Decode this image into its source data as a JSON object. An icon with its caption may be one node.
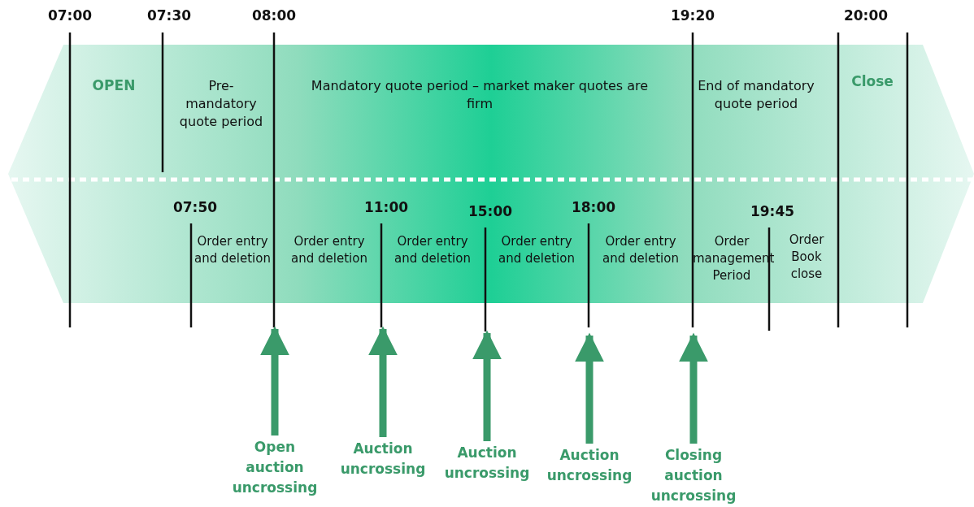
{
  "diagram": {
    "nodes": [
      {
        "text": [
          "Open auction uncrossing"
        ]
      },
      {
        "text": [
          "Auction uncrossing"
        ]
      },
      {
        "text": [
          "Auction uncrossing"
        ]
      },
      {
        "text": [
          "Auction uncrossing"
        ]
      },
      {
        "text": [
          "Closing auction uncrossing"
        ]
      }
    ],
    "edges": [
      {
        "from": 0,
        "to": null,
        "arrow": "to"
      },
      {
        "from": 1,
        "to": null,
        "arrow": "to"
      },
      {
        "from": 2,
        "to": null,
        "arrow": "to"
      },
      {
        "from": 3,
        "to": null,
        "arrow": "to"
      },
      {
        "from": 4,
        "to": null,
        "arrow": "to"
      }
    ],
    "labels": [
      "07:00",
      "07:30",
      "08:00",
      "19:20",
      "20:00",
      "OPEN",
      "Pre-mandatory quote period",
      "Mandatory quote period – market maker quotes are firm",
      "End of mandatory quote period",
      "Close",
      "07:50",
      "11:00",
      "15:00",
      "18:00",
      "19:45",
      "Order entry and deletion",
      "Order entry and deletion",
      "Order entry and deletion",
      "Order entry and deletion",
      "Order entry and deletion",
      "Order management Period",
      "Order Book close"
    ]
  }
}
